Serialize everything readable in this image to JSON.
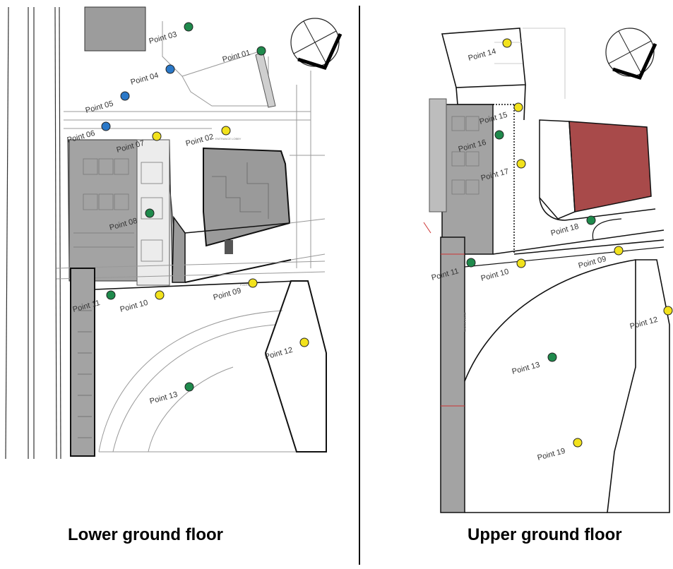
{
  "captions": {
    "left": "Lower ground floor",
    "right": "Upper ground floor"
  },
  "colors": {
    "green": "#1f8a4c",
    "yellow": "#f2e21c",
    "blue": "#2a78c8",
    "building_grey": "#9c9c9c",
    "building_red": "#a84a4a",
    "line": "#1a1a1a"
  },
  "left_points": [
    {
      "label": "Point 01",
      "color": "green"
    },
    {
      "label": "Point 02",
      "color": "yellow"
    },
    {
      "label": "Point 03",
      "color": "green"
    },
    {
      "label": "Point 04",
      "color": "blue"
    },
    {
      "label": "Point 05",
      "color": "blue"
    },
    {
      "label": "Point 06",
      "color": "blue"
    },
    {
      "label": "Point 07",
      "color": "yellow"
    },
    {
      "label": "Point 08",
      "color": "green"
    },
    {
      "label": "Point 09",
      "color": "yellow"
    },
    {
      "label": "Point 10",
      "color": "yellow"
    },
    {
      "label": "Point 11",
      "color": "green"
    },
    {
      "label": "Point 12",
      "color": "yellow"
    },
    {
      "label": "Point 13",
      "color": "green"
    }
  ],
  "right_points": [
    {
      "label": "Point 14",
      "color": "yellow"
    },
    {
      "label": "Point 15",
      "color": "yellow"
    },
    {
      "label": "Point 16",
      "color": "green"
    },
    {
      "label": "Point 17",
      "color": "yellow"
    },
    {
      "label": "Point 18",
      "color": "green"
    },
    {
      "label": "Point 09",
      "color": "yellow"
    },
    {
      "label": "Point 10",
      "color": "yellow"
    },
    {
      "label": "Point 11",
      "color": "green"
    },
    {
      "label": "Point 12",
      "color": "yellow"
    },
    {
      "label": "Point 13",
      "color": "green"
    },
    {
      "label": "Point 19",
      "color": "yellow"
    }
  ]
}
